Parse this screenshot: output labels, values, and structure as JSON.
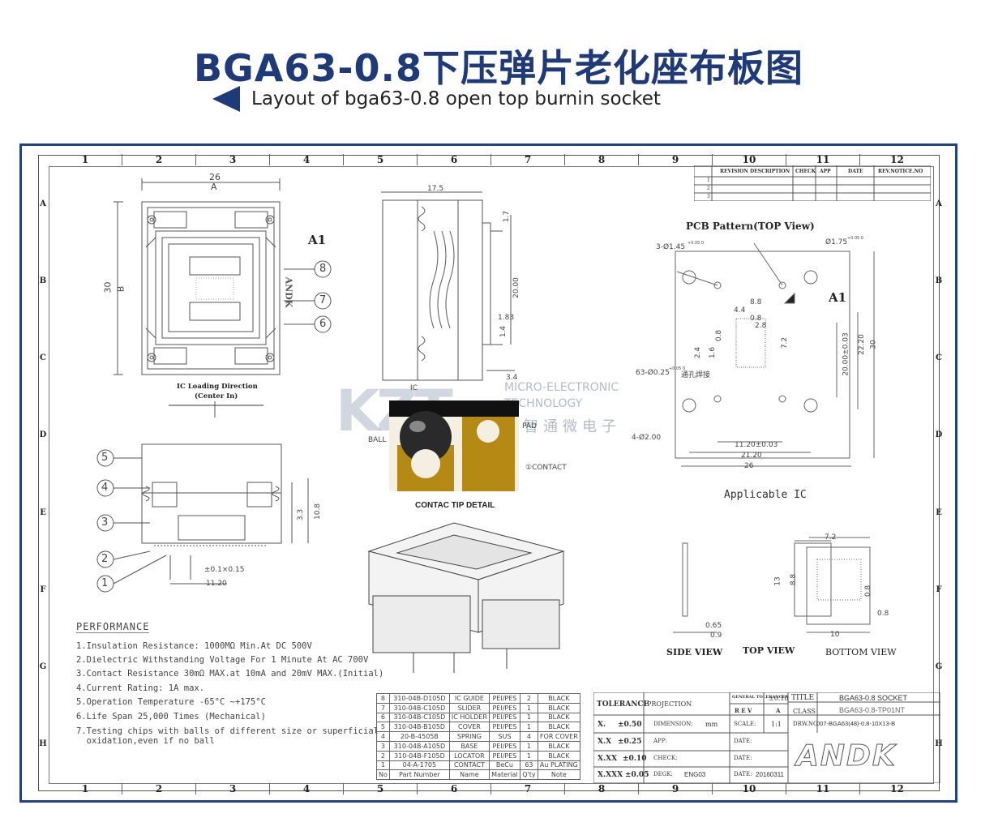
{
  "header": {
    "title": "BGA63-0.8下压弹片老化座布板图",
    "subtitle": "Layout of bga63-0.8 open top burnin socket"
  },
  "ruler": {
    "columns": [
      "1",
      "2",
      "3",
      "4",
      "5",
      "6",
      "7",
      "8",
      "9",
      "10",
      "11",
      "12"
    ],
    "rows": [
      "A",
      "B",
      "C",
      "D",
      "E",
      "F",
      "G",
      "H"
    ]
  },
  "top_view": {
    "dim_width": "26",
    "dim_width_ref": "A",
    "dim_height": "30",
    "dim_height_ref": "B",
    "pin1_marker": "A1",
    "part_labels": [
      "8",
      "7",
      "6"
    ],
    "brand_mark": "ANDK",
    "loading_title": "IC Loading Direction",
    "loading_sub": "(Center In)"
  },
  "front_section": {
    "dim_top": "17.5",
    "dim_a": "1.7",
    "dim_b": "20.00",
    "dim_c": "1.83",
    "dim_d": "1.4",
    "dim_e": "3.4"
  },
  "side_section": {
    "part_labels": [
      "5",
      "4",
      "3",
      "2",
      "1"
    ],
    "dim_h1": "3.3",
    "dim_h2": "10.8",
    "dim_tol": "±0.1×0.15",
    "dim_w": "11.20"
  },
  "contact_detail": {
    "ic_label": "IC",
    "ball_label": "BALL",
    "pad_label": "PAD",
    "contact_label": "①CONTACT",
    "caption": "CONTAC TIP DETAIL"
  },
  "watermark": {
    "logo": "KZT",
    "line1": "MICRO-ELECTRONIC",
    "line2": "TECHNOLOGY",
    "line3": "科智通微电子"
  },
  "revision_table": {
    "headers": [
      "REVISION DESCRIPTION",
      "CHECK",
      "APP",
      "DATE",
      "REV.NOTICE.NO"
    ],
    "rows": [
      "1",
      "2",
      "3"
    ]
  },
  "pcb_pattern": {
    "title": "PCB Pattern(TOP View)",
    "hole_a": "3-Ø1.45",
    "hole_a_tol": "+0.05 0",
    "hole_b": "Ø1.75",
    "hole_b_tol": "+0.05 0",
    "pin1": "A1",
    "dim_88": "8.8",
    "dim_44": "4.4",
    "dim_08a": "0.8",
    "dim_28": "2.8",
    "dim_08b": "0.8",
    "dim_24": "2.4",
    "dim_16": "1.6",
    "dim_72": "7.2",
    "dim_2000": "20.00±0.03",
    "dim_2220": "22.20",
    "dim_30": "30",
    "via_note": "63-Ø0.25",
    "via_tol": "+0.05 0",
    "via_cn": "通孔焊接",
    "hole_c": "4-Ø2.00",
    "dim_1120": "11.20±0.03",
    "dim_2120": "21.20",
    "dim_26": "26"
  },
  "applicable_ic": {
    "title": "Applicable IC",
    "dim_072": "7.2",
    "dim_13": "13",
    "dim_88": "8.8",
    "dim_08a": "0.8",
    "dim_08b": "0.8",
    "dim_10": "10",
    "dim_065": "0.65",
    "dim_09": "0.9",
    "side_view": "SIDE VIEW",
    "top_view": "TOP VIEW",
    "bottom_view": "BOTTOM VIEW"
  },
  "performance": {
    "heading": "PERFORMANCE",
    "items": [
      "1.Insulation Resistance: 1000MΩ Min.At DC 500V",
      "2.Dielectric Withstanding Voltage For 1 Minute At AC 700V",
      "3.Contact Resistance 30mΩ MAX.at 10mA and 20mV MAX.(Initial)",
      "4.Current Rating: 1A max.",
      "5.Operation Temperature -65°C ~+175°C",
      "6.Life Span 25,000 Times (Mechanical)",
      "7.Testing chips with balls of different size or superficial",
      "  oxidation,even if no ball"
    ]
  },
  "bom": {
    "rows": [
      [
        "8",
        "310-04B-D105D",
        "IC GUIDE",
        "PEI/PES",
        "2",
        "BLACK"
      ],
      [
        "7",
        "310-04B-C105D",
        "SLIDER",
        "PEI/PES",
        "1",
        "BLACK"
      ],
      [
        "6",
        "310-04B-C105D",
        "IC HOLDER",
        "PEI/PES",
        "1",
        "BLACK"
      ],
      [
        "5",
        "310-04B-B105D",
        "COVER",
        "PEI/PES",
        "1",
        "BLACK"
      ],
      [
        "4",
        "20-B-4505B",
        "SPRING",
        "SUS",
        "4",
        "FOR COVER"
      ],
      [
        "3",
        "310-04B-A105D",
        "BASE",
        "PEI/PES",
        "1",
        "BLACK"
      ],
      [
        "2",
        "310-04B-F105D",
        "LOCATOR",
        "PEI/PES",
        "1",
        "BLACK"
      ],
      [
        "1",
        "04-A-1705",
        "CONTACT",
        "BeCu",
        "63",
        "Au PLATING"
      ]
    ],
    "header": [
      "No",
      "Part Number",
      "Name",
      "Material",
      "Q'ty",
      "Note"
    ]
  },
  "title_block": {
    "tolerance": "TOLERANCE",
    "projection": "PROJECTION",
    "general_tol": "GENERAL TOLERANCES",
    "general_val": "±0.10",
    "title_label": "TITLE",
    "title_val": "BGA63-0.8 SOCKET",
    "rev_label": "R E V",
    "rev_val": "A",
    "class_label": "CLASS",
    "class_val": "BGA63-0.8-TP01NT",
    "tol_x": "X.",
    "tol_x_val": "±0.50",
    "dimension_label": "DIMENSION:",
    "dimension_val": "mm",
    "scale_label": "SCALE:",
    "scale_val": "1:1",
    "drw_label": "DRW.NO",
    "drw_val": "007-BGA63(48)-0.8-10X13-B",
    "tol_xx": "X.X",
    "tol_xx_val": "±0.25",
    "app_label": "APP:",
    "date1_label": "DATE:",
    "tol_xxx": "X.XX",
    "tol_xxx_val": "±0.10",
    "check_label": "CHECK:",
    "date2_label": "DATE:",
    "tol_xxxx": "X.XXX",
    "tol_xxxx_val": "±0.05",
    "degk_label": "DEGK:",
    "degk_val": "ENG03",
    "date3_label": "DATE:",
    "date3_val": "20160311",
    "logo": "ANDK"
  }
}
